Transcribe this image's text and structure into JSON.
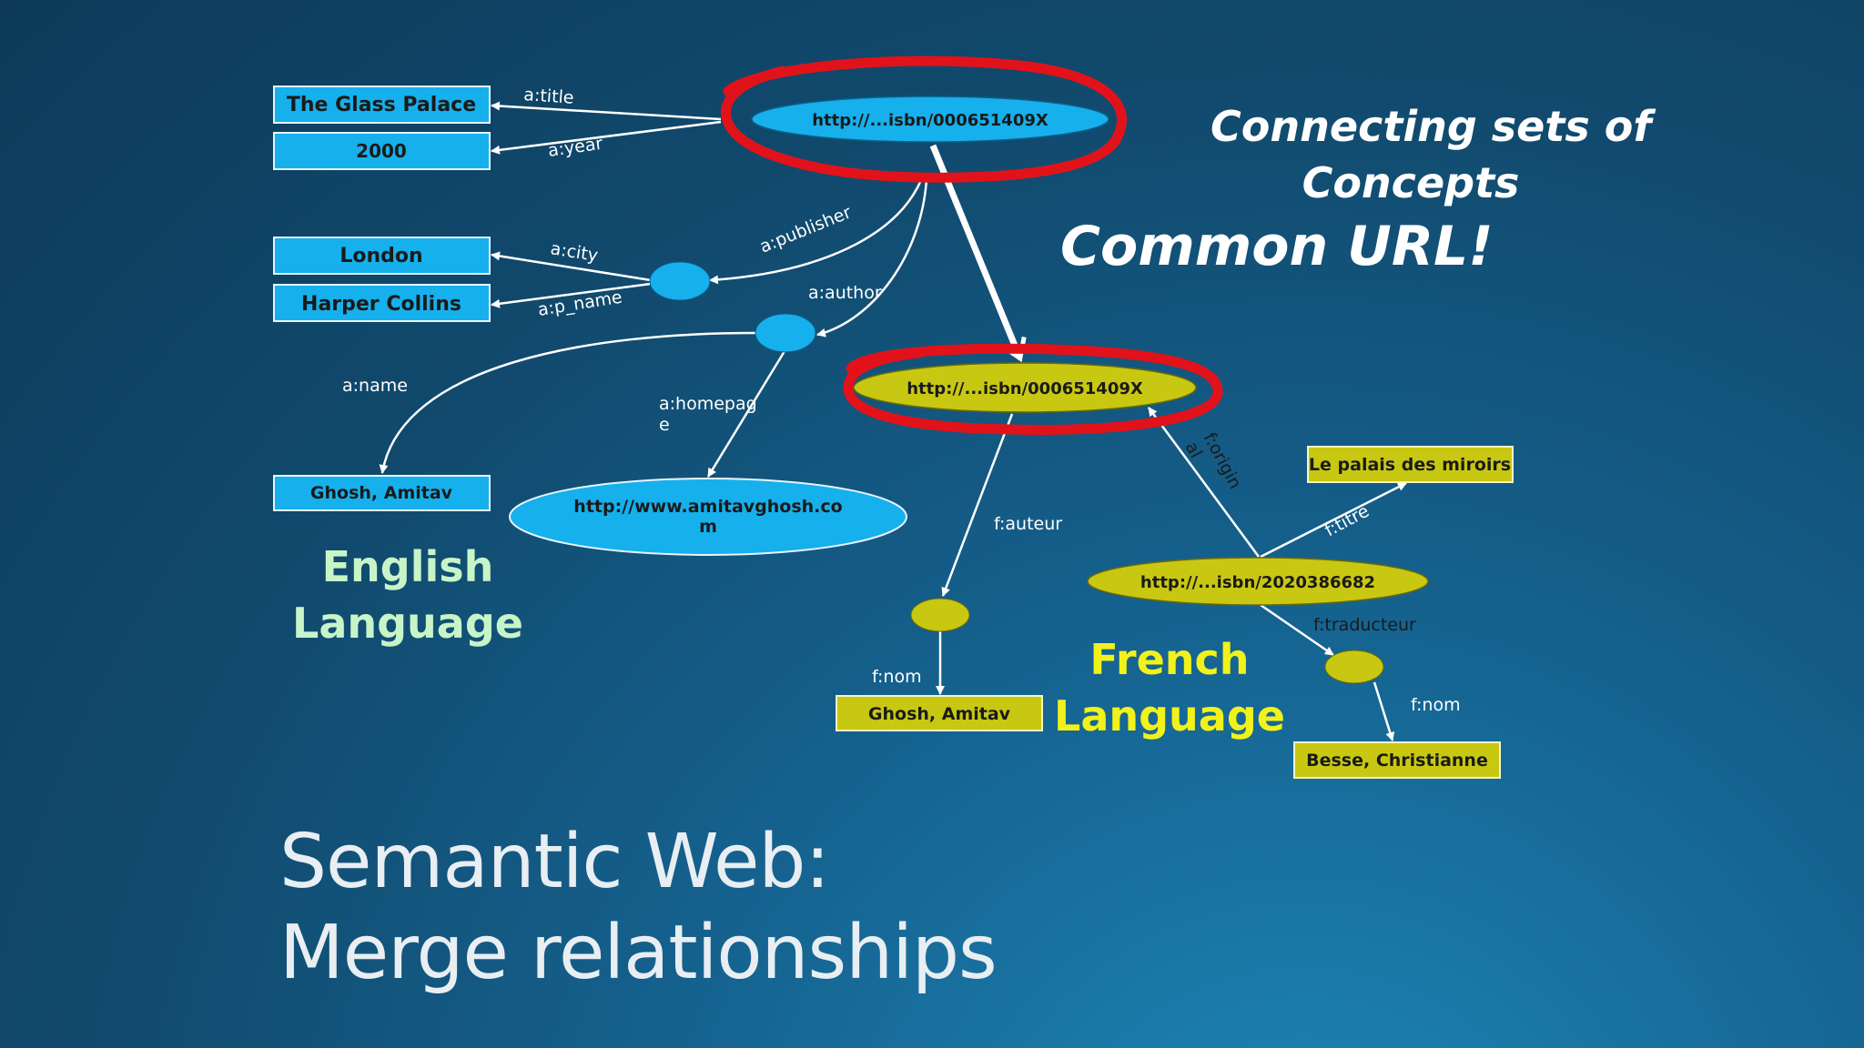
{
  "colors": {
    "english_node": "#16b0ec",
    "french_node": "#c8c812",
    "highlight": "#e2121a",
    "english_label": "#c8f5c8",
    "french_label": "#f2f21a"
  },
  "english_graph": {
    "hub_uri": "http://...isbn/000651409X",
    "title_value": "The Glass Palace",
    "year_value": "2000",
    "city_value": "London",
    "publisher_name_value": "Harper Collins",
    "author_name_value": "Ghosh, Amitav",
    "homepage_value_line1": "http://www.amitavghosh.co",
    "homepage_value_line2": "m",
    "edges": {
      "title": "a:title",
      "year": "a:year",
      "publisher": "a:publisher",
      "city": "a:city",
      "p_name": "a:p_name",
      "author": "a:author",
      "name": "a:name",
      "homepage_line1": "a:homepag",
      "homepage_line2": "e"
    }
  },
  "french_graph": {
    "hub_uri": "http://...isbn/000651409X",
    "translation_uri": "http://...isbn/2020386682",
    "titre_value": "Le palais des miroirs",
    "author_name_value": "Ghosh, Amitav",
    "translator_name_value": "Besse, Christianne",
    "edges": {
      "auteur": "f:auteur",
      "nom_author": "f:nom",
      "original_line1": "f:origin",
      "original_line2": "al",
      "titre": "f:titre",
      "traducteur": "f:traducteur",
      "nom_translator": "f:nom"
    }
  },
  "callouts": {
    "connecting_line1": "Connecting sets of",
    "connecting_line2": "Concepts",
    "common_url": "Common URL!"
  },
  "language_labels": {
    "english_line1": "English",
    "english_line2": "Language",
    "french_line1": "French",
    "french_line2": "Language"
  },
  "slide_title": {
    "line1": "Semantic Web:",
    "line2": "Merge relationships"
  }
}
